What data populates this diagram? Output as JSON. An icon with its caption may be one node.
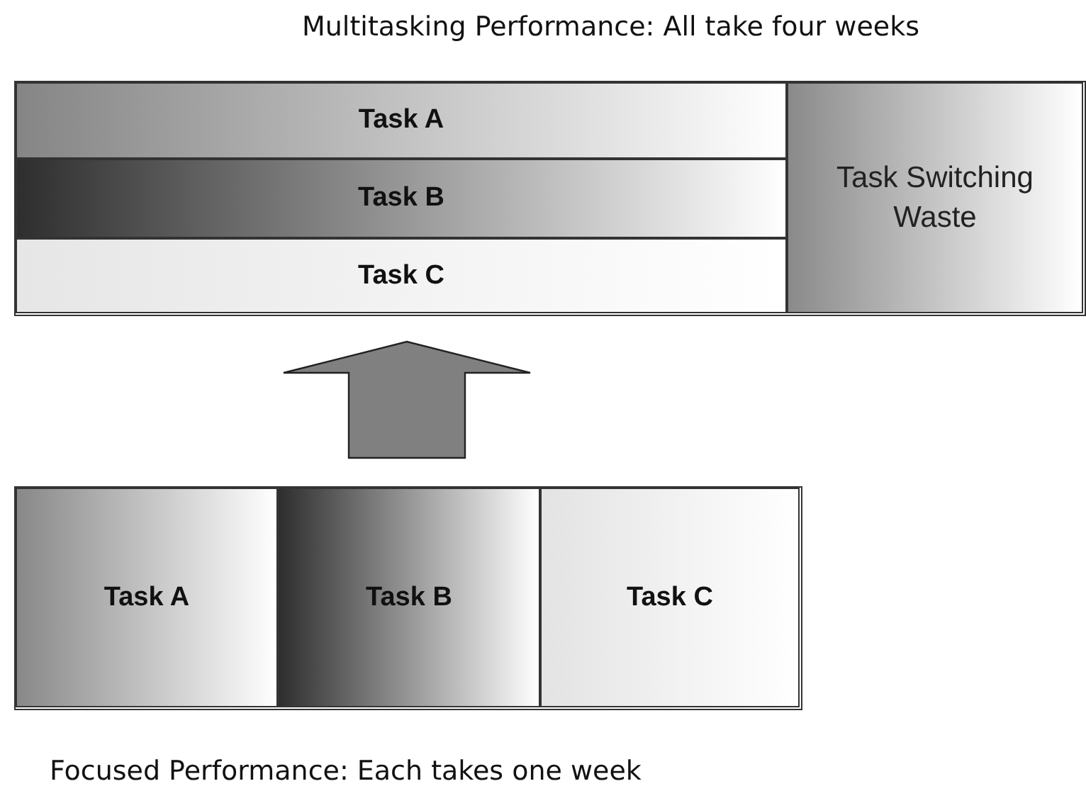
{
  "diagram": {
    "nodes": [
      {
        "text": [],
        "shape": "box"
      },
      {
        "text": [
          "Task A"
        ],
        "in": 0
      },
      {
        "text": [
          "Task B"
        ],
        "in": 0
      },
      {
        "text": [
          "Task C"
        ],
        "in": 0
      },
      {
        "text": [
          "Task Switching Waste"
        ],
        "in": 0
      },
      {
        "text": [],
        "shape": "box"
      },
      {
        "text": [
          "Task A"
        ],
        "in": 5
      },
      {
        "text": [
          "Task B"
        ],
        "in": 5
      },
      {
        "text": [
          "Task C"
        ],
        "in": 5
      }
    ],
    "edges": [
      {
        "from": 5,
        "to": 0,
        "arrow": "to",
        "style": "thick"
      }
    ],
    "labels": [
      "Multitasking Performance: All take four weeks",
      "Focused Performance: Each takes one week"
    ]
  }
}
